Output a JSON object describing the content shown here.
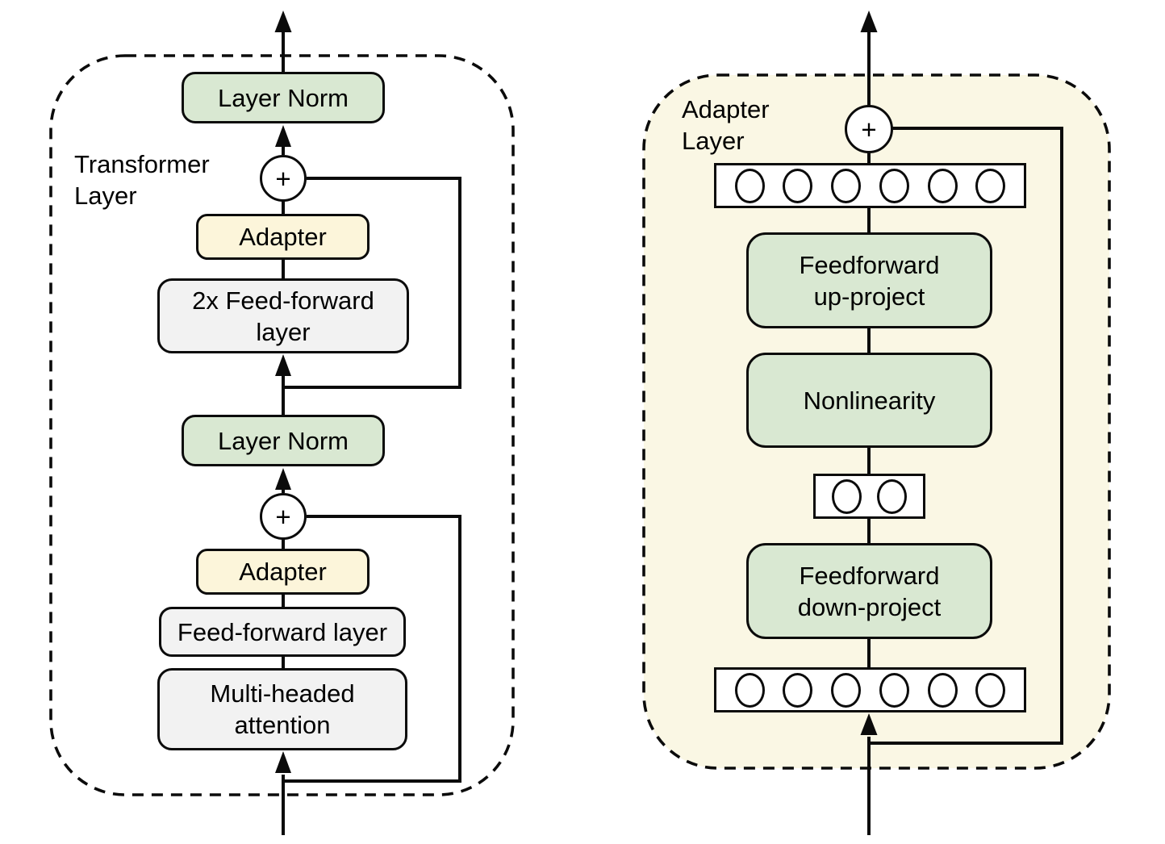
{
  "figure": {
    "left_panel": {
      "label": "Transformer\nLayer",
      "nodes": {
        "layer_norm_top": "Layer Norm",
        "plus_top": "+",
        "adapter_top": "Adapter",
        "ff_2x": "2x Feed-forward\nlayer",
        "layer_norm_mid": "Layer Norm",
        "plus_mid": "+",
        "adapter_mid": "Adapter",
        "ff_layer": "Feed-forward layer",
        "multi_head_attention": "Multi-headed\nattention"
      }
    },
    "right_panel": {
      "label": "Adapter\nLayer",
      "plus": "+",
      "nodes": {
        "ff_up": "Feedforward\nup-project",
        "nonlinearity": "Nonlinearity",
        "ff_down": "Feedforward\ndown-project"
      },
      "feature_rows": {
        "top_count": 6,
        "bottleneck_count": 2,
        "bottom_count": 6
      }
    },
    "colors": {
      "box_green": "#d9e8d2",
      "box_yellow": "#fcf5da",
      "box_gray": "#f2f2f2",
      "panel_cream": "#faf7e4",
      "line_black": "#0b0b0b"
    }
  }
}
